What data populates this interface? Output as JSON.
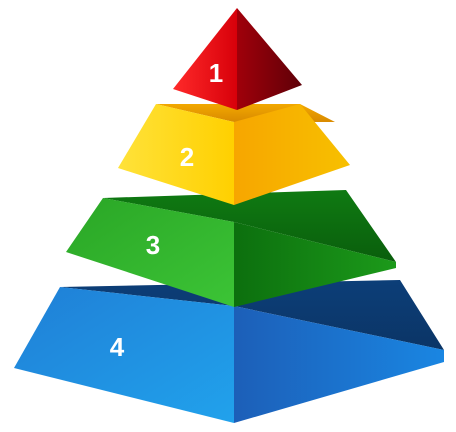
{
  "diagram": {
    "type": "pyramid",
    "tiers": [
      {
        "label": "1",
        "color": "#e0141b"
      },
      {
        "label": "2",
        "color": "#ffd400"
      },
      {
        "label": "3",
        "color": "#2fb32a"
      },
      {
        "label": "4",
        "color": "#1a8fe0"
      }
    ]
  }
}
